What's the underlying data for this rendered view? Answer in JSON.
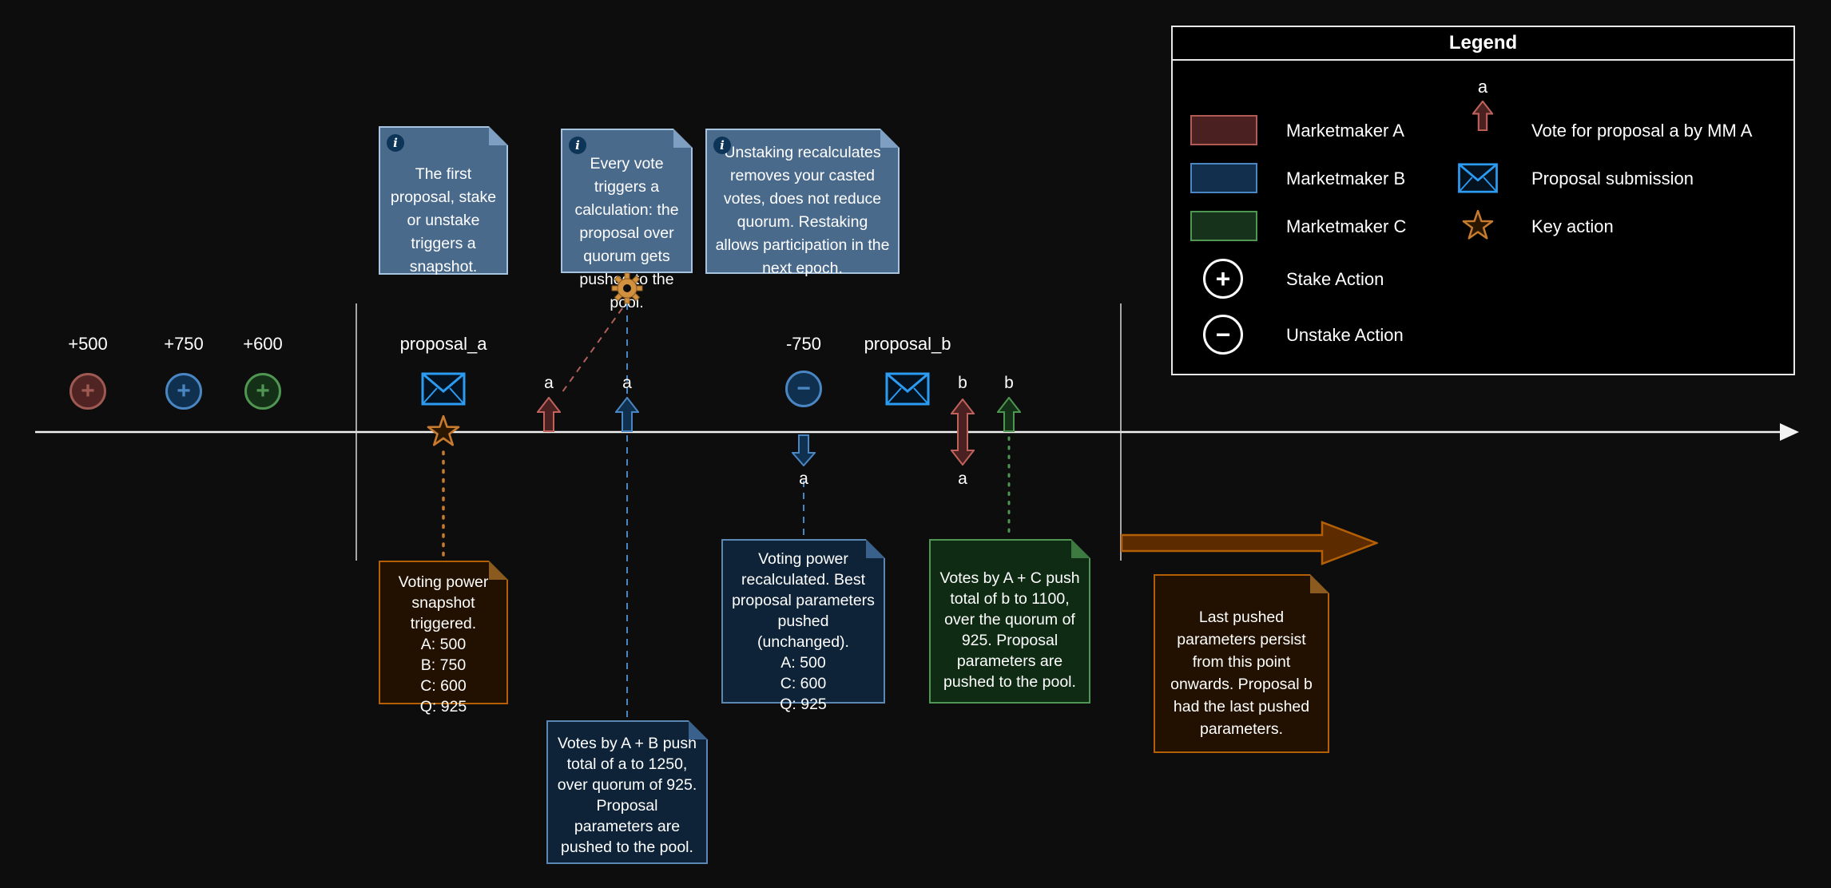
{
  "icons": {
    "plus": "+",
    "minus": "−",
    "info": "i"
  },
  "legend": {
    "title": "Legend",
    "marketmakers": [
      {
        "label": "Marketmaker A"
      },
      {
        "label": "Marketmaker B"
      },
      {
        "label": "Marketmaker C"
      }
    ],
    "stake_label": "Stake Action",
    "unstake_label": "Unstake Action",
    "vote_tag": "a",
    "vote_label": "Vote for proposal a by MM A",
    "proposal_label": "Proposal submission",
    "key_action_label": "Key action"
  },
  "timeline": {
    "stakes": [
      {
        "amount": "+500"
      },
      {
        "amount": "+750"
      },
      {
        "amount": "+600"
      }
    ],
    "proposal_a": "proposal_a",
    "proposal_b": "proposal_b",
    "unstake_amount": "-750",
    "vote_a_by_a": "a",
    "vote_a_by_b": "a",
    "removed_vote_a": "a",
    "vote_b_by_a": "b",
    "removed_vote_a_2": "a",
    "vote_b_by_c": "b"
  },
  "info_notes": [
    {
      "text": "The first proposal, stake or unstake triggers a snapshot."
    },
    {
      "text": "Every vote triggers a calculation: the proposal over quorum gets pushed to the pool."
    },
    {
      "text": "Unstaking recalculates removes your casted votes, does not reduce quorum. Restaking allows participation in the next epoch."
    }
  ],
  "result_notes": [
    {
      "text": "Voting power snapshot triggered.",
      "lines": [
        "A: 500",
        "B: 750",
        "C: 600",
        "Q: 925"
      ]
    },
    {
      "text": "Votes by A + B push total of a to 1250, over quorum of 925. Proposal parameters are pushed to the pool."
    },
    {
      "text": "Voting power recalculated. Best proposal parameters pushed (unchanged).",
      "lines": [
        "A: 500",
        "C: 600",
        "Q: 925"
      ]
    },
    {
      "text": "Votes by A + C push total of b to 1100, over the quorum of 925. Proposal parameters are pushed to the pool."
    },
    {
      "text": "Last pushed parameters persist from this point onwards. Proposal b had the last pushed parameters."
    }
  ]
}
